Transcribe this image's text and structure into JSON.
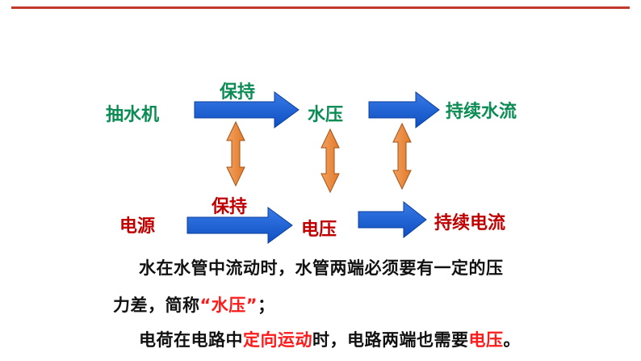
{
  "colors": {
    "accent_bar": "#c0392b",
    "water_text": "#0b8c54",
    "electric_text": "#c00000",
    "highlight": "#ff1a1a",
    "blue_arrow": "#1560d8",
    "orange_arrow": "#f08a3a"
  },
  "diagram": {
    "water": {
      "pump": "抽水机",
      "keep": "保持",
      "pressure": "水压",
      "flow": "持续水流"
    },
    "electric": {
      "source": "电源",
      "keep": "保持",
      "voltage": "电压",
      "current": "持续电流"
    }
  },
  "text": {
    "line1": "水在水管中流动时，水管两端必须要有一定的压",
    "line2_prefix": "力差，简称",
    "line2_highlight": "“水压”",
    "line2_suffix": "；",
    "line3_prefix": "电荷在电路中",
    "line3_highlight1": "定向运动",
    "line3_middle": "时，电路两端也需要",
    "line3_highlight2": "电压",
    "line3_suffix": "。"
  }
}
